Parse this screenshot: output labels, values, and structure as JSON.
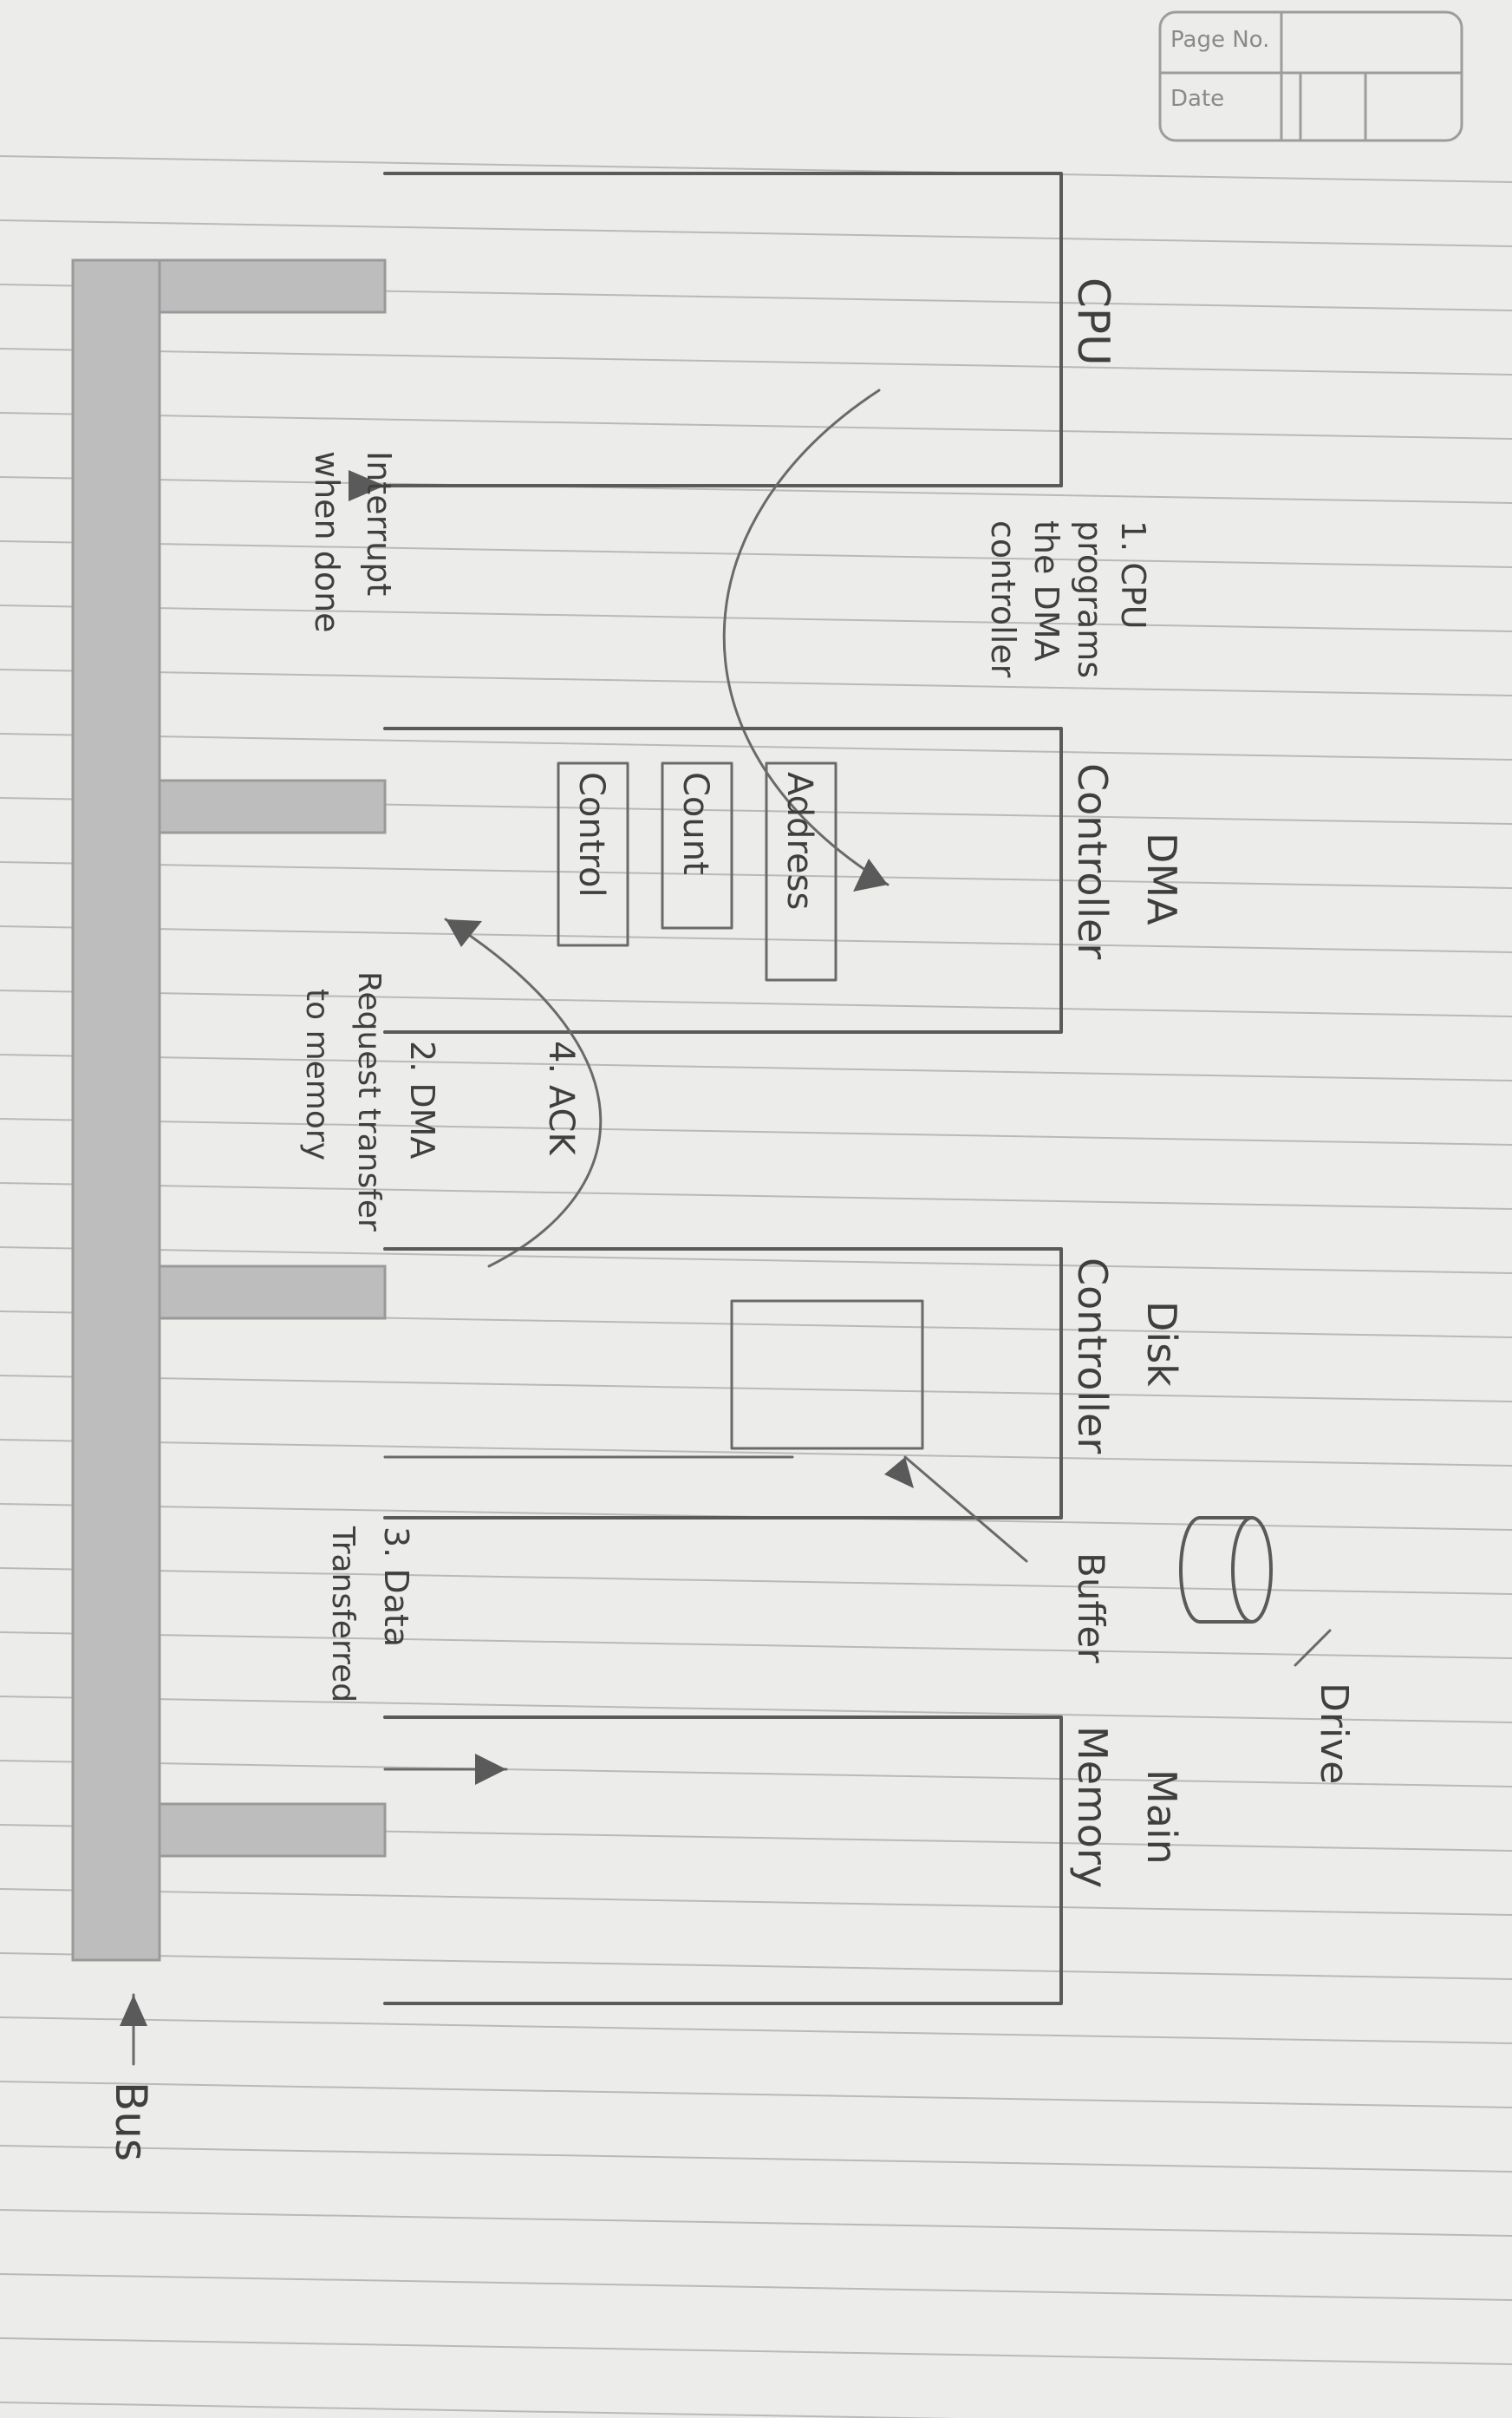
{
  "page_stamp": {
    "page_label": "Page No.",
    "date_label": "Date"
  },
  "components": {
    "cpu": {
      "label": "CPU"
    },
    "dma": {
      "label_line1": "DMA",
      "label_line2": "Controller"
    },
    "registers": {
      "address": "Address",
      "count": "Count",
      "control": "Control"
    },
    "disk": {
      "label_line1": "Disk",
      "label_line2": "Controller",
      "buffer_label": "Buffer"
    },
    "drive": {
      "label": "Drive"
    },
    "memory": {
      "label_line1": "Main",
      "label_line2": "Memory"
    },
    "bus": {
      "label": "Bus"
    }
  },
  "steps": {
    "step1": {
      "line1": "1. CPU",
      "line2": "programs",
      "line3": "the DMA",
      "line4": "controller"
    },
    "step2": {
      "line1": "2. DMA",
      "line2": "Request transfer",
      "line3": "to memory"
    },
    "step3": {
      "line1": "3. Data",
      "line2": "Transferred"
    },
    "step4": {
      "label": "4. ACK"
    },
    "interrupt": {
      "line1": "Interrupt",
      "line2": "when done"
    }
  },
  "colors": {
    "paper": "#ececeb",
    "ruled_line": "#b9b9b9",
    "ink": "#4a4a4a",
    "bus_fill": "#bdbdbd"
  }
}
